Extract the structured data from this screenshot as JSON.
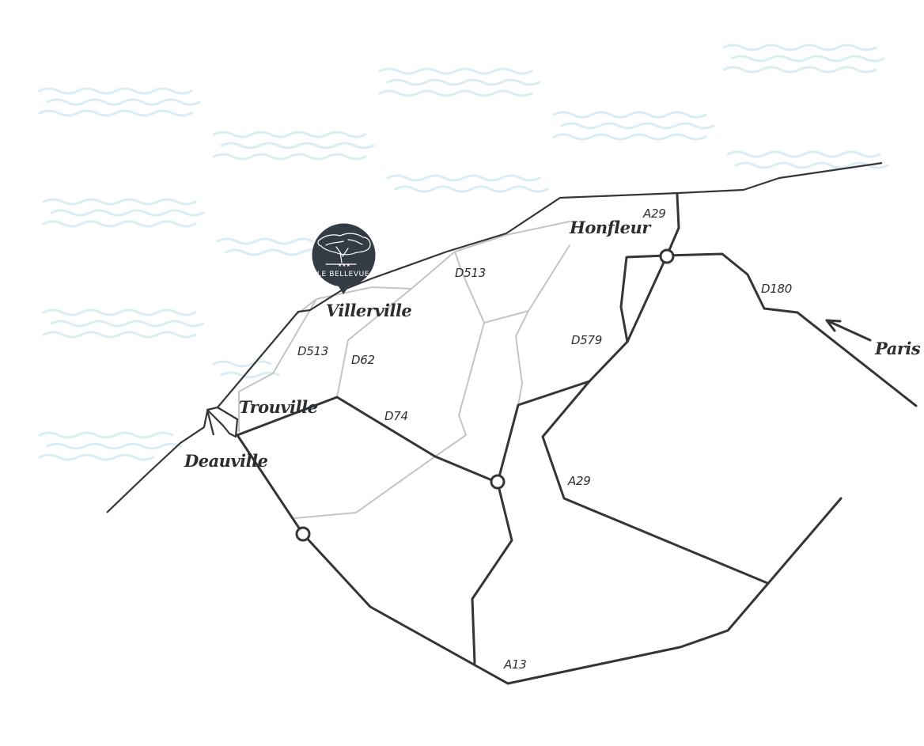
{
  "hotel": {
    "name": "LE BELLEVUE",
    "stars": "★★★",
    "color": "#333c44"
  },
  "towns": {
    "honfleur": "Honfleur",
    "villerville": "Villerville",
    "trouville": "Trouville",
    "deauville": "Deauville",
    "paris": "Paris"
  },
  "roads": {
    "a29_north": "A29",
    "d513_north": "D513",
    "d180": "D180",
    "d579": "D579",
    "d513_west": "D513",
    "d62": "D62",
    "d74": "D74",
    "a29_south": "A29",
    "a13": "A13"
  },
  "colors": {
    "road": "#333638",
    "minor_road": "#c4c4c4",
    "sea": "#d5ecf3"
  },
  "icons": {
    "direction": "arrow-icon",
    "junction": "junction-icon",
    "logo": "tree-icon"
  }
}
